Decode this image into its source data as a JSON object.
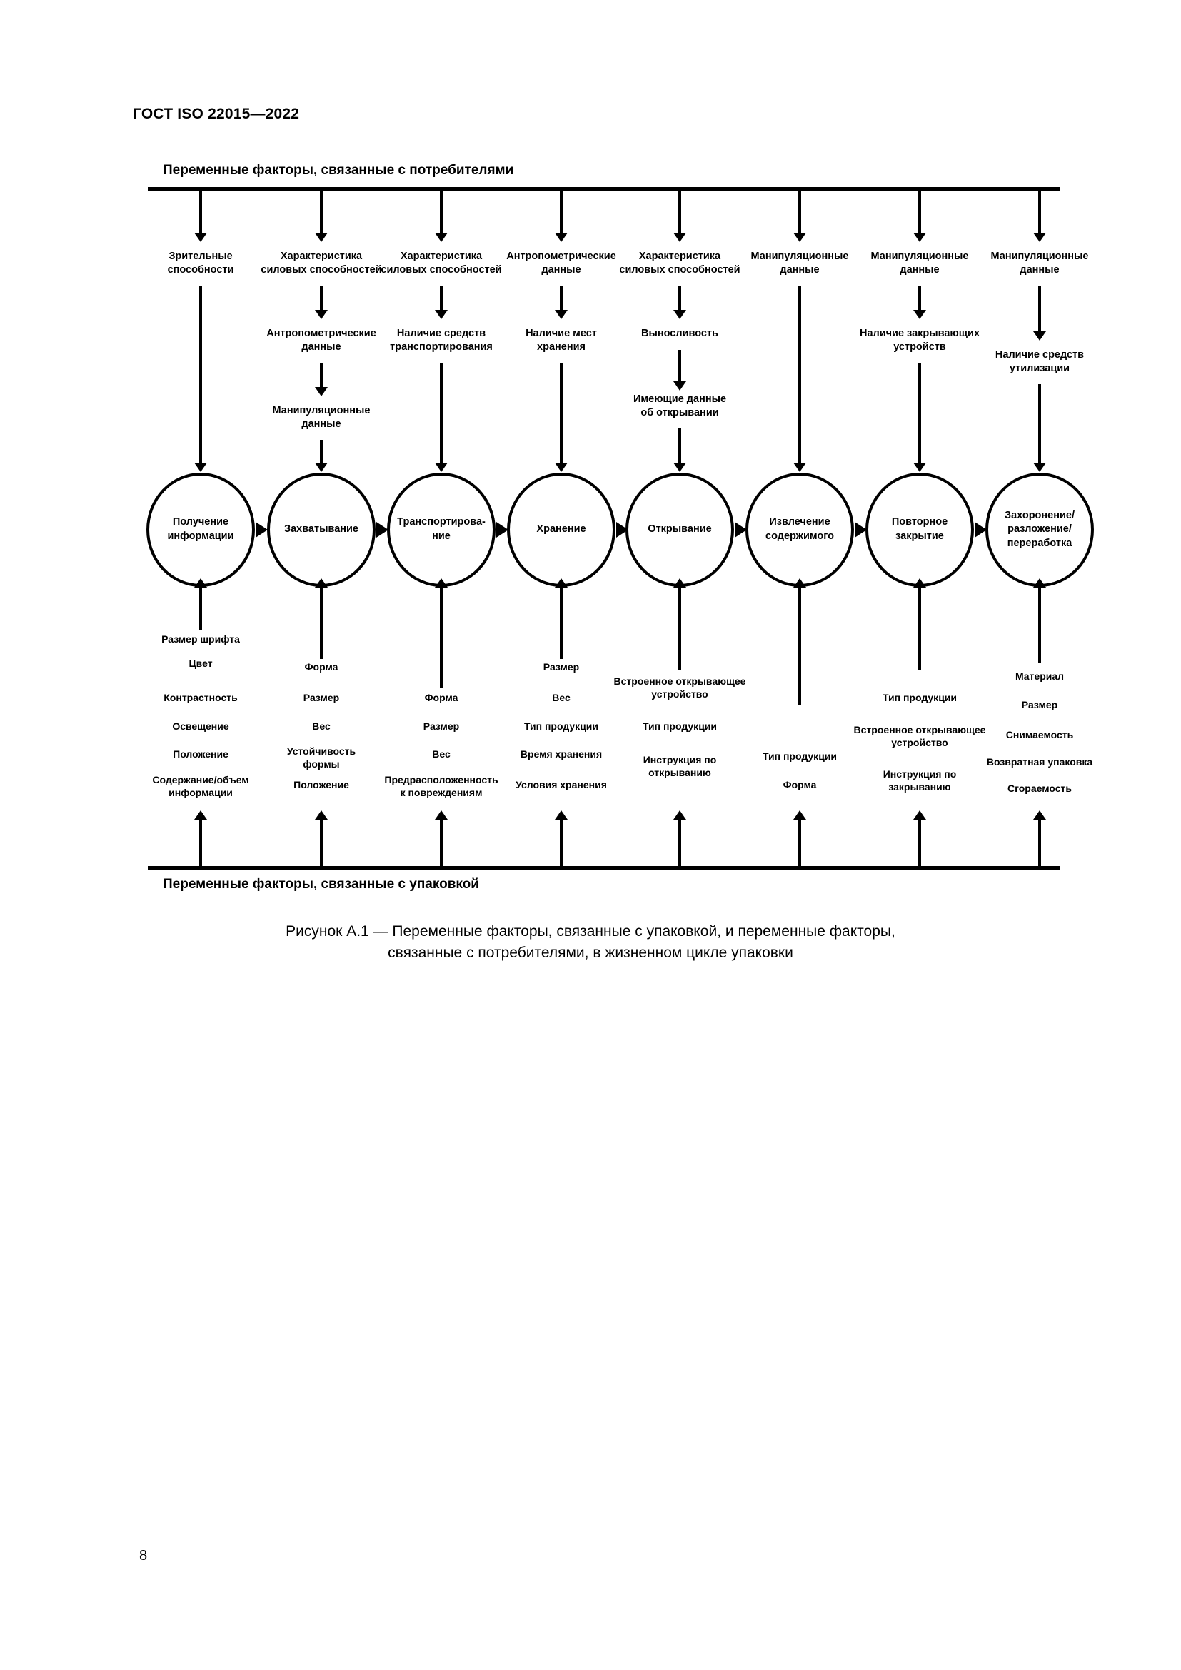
{
  "document": {
    "header": "ГОСТ ISO 22015—2022",
    "page_number": "8"
  },
  "figure": {
    "top_rail_label": "Переменные факторы, связанные с потребителями",
    "bottom_rail_label": "Переменные факторы, связанные с упаковкой",
    "caption": "Рисунок А.1 — Переменные факторы, связанные с упаковкой, и переменные факторы,\nсвязанные с потребителями, в жизненном цикле упаковки",
    "columns": [
      {
        "stage": "Получение\nинформации",
        "consumer_factors": [
          "Зрительные\nспособности"
        ],
        "package_factors": [
          "Размер шрифта",
          "Цвет",
          "Контрастность",
          "Освещение",
          "Положение",
          "Содержание/объем\nинформации"
        ]
      },
      {
        "stage": "Захватывание",
        "consumer_factors": [
          "Характеристика\nсиловых способностей",
          "Антропометрические\nданные",
          "Манипуляционные\nданные"
        ],
        "package_factors": [
          "Форма",
          "Размер",
          "Вес",
          "Устойчивость\nформы",
          "Положение"
        ]
      },
      {
        "stage": "Транспортирова-\nние",
        "consumer_factors": [
          "Характеристика\nсиловых способностей",
          "Наличие средств\nтранспортирования"
        ],
        "package_factors": [
          "Форма",
          "Размер",
          "Вес",
          "Предрасположенность\nк повреждениям"
        ]
      },
      {
        "stage": "Хранение",
        "consumer_factors": [
          "Антропометрические\nданные",
          "Наличие мест\nхранения"
        ],
        "package_factors": [
          "Размер",
          "Вес",
          "Тип продукции",
          "Время хранения",
          "Условия хранения"
        ]
      },
      {
        "stage": "Открывание",
        "consumer_factors": [
          "Характеристика\nсиловых способностей",
          "Выносливость",
          "Имеющие данные\nоб открывании"
        ],
        "package_factors": [
          "Встроенное открывающее\nустройство",
          "Тип продукции",
          "Инструкция по\nоткрыванию"
        ]
      },
      {
        "stage": "Извлечение\nсодержимого",
        "consumer_factors": [
          "Манипуляционные\nданные"
        ],
        "package_factors": [
          "Тип продукции",
          "Форма"
        ]
      },
      {
        "stage": "Повторное\nзакрытие",
        "consumer_factors": [
          "Манипуляционные\nданные",
          "Наличие закрывающих\nустройств"
        ],
        "package_factors": [
          "Тип продукции",
          "Встроенное открывающее\nустройство",
          "Инструкция по\nзакрыванию"
        ]
      },
      {
        "stage": "Захоронение/\nразложение/\nпереработка",
        "consumer_factors": [
          "Манипуляционные\nданные",
          "Наличие средств\nутилизации"
        ],
        "package_factors": [
          "Материал",
          "Размер",
          "Снимаемость",
          "Возвратная упаковка",
          "Сгораемость"
        ]
      }
    ]
  }
}
